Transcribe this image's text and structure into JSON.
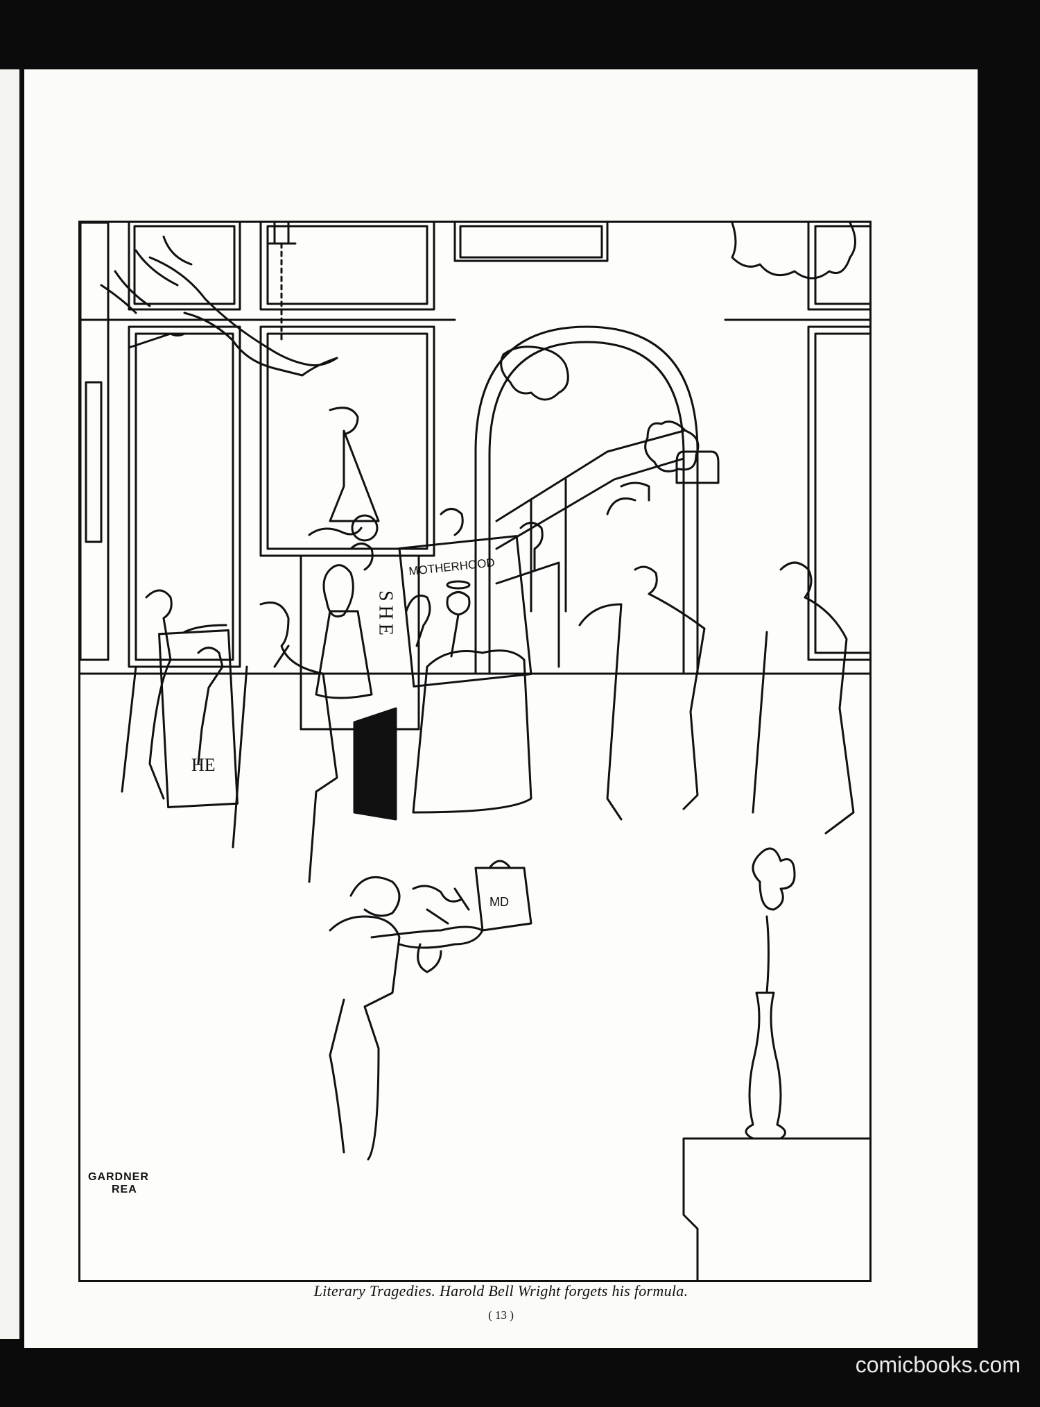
{
  "cartoon": {
    "signs": {
      "he": "HE",
      "she": "SHE",
      "motherhood": "MOTHERHOOD",
      "bag": "MD"
    },
    "signature": [
      "GARDNER",
      "REA"
    ],
    "caption": "Literary Tragedies.  Harold Bell Wright forgets his formula.",
    "page_number": "( 13 )"
  },
  "watermark": "comicbooks.com"
}
